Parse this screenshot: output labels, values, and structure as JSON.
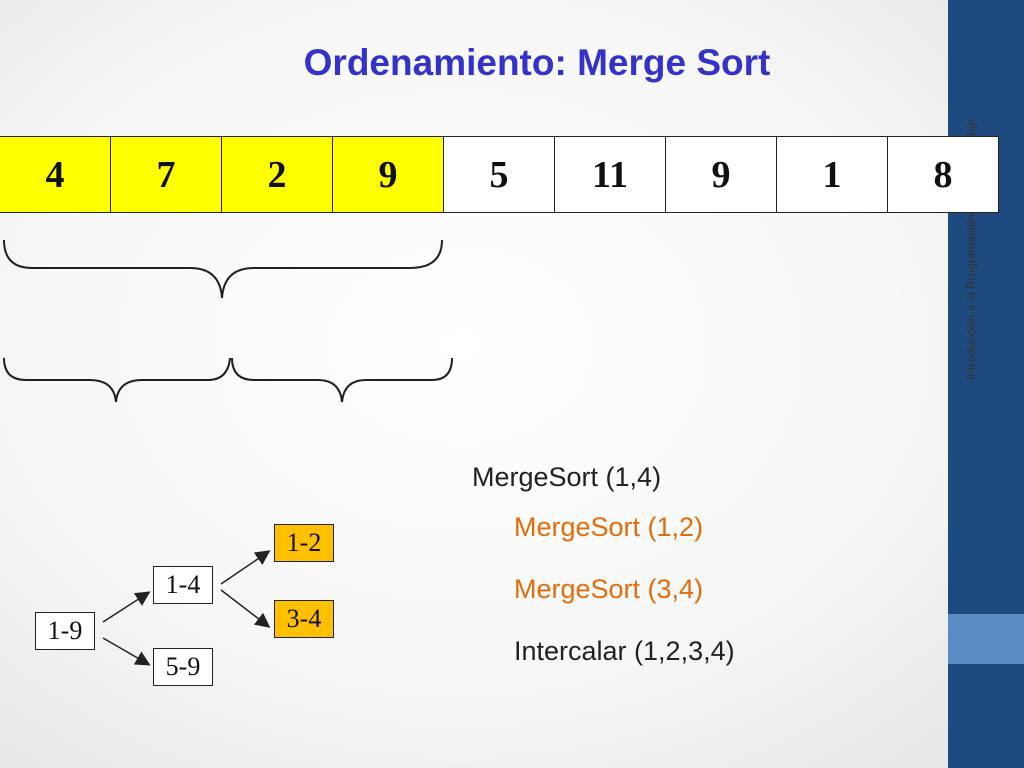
{
  "title": "Ordenamiento: Merge Sort",
  "side_text": "Introducción a la Programación Orientada a Objetos",
  "array": [
    {
      "value": "4",
      "highlighted": true
    },
    {
      "value": "7",
      "highlighted": true
    },
    {
      "value": "2",
      "highlighted": true
    },
    {
      "value": "9",
      "highlighted": true
    },
    {
      "value": "5",
      "highlighted": false
    },
    {
      "value": "11",
      "highlighted": false
    },
    {
      "value": "9",
      "highlighted": false
    },
    {
      "value": "1",
      "highlighted": false
    },
    {
      "value": "8",
      "highlighted": false
    }
  ],
  "tree": {
    "root": "1-9",
    "level1": [
      "1-4",
      "5-9"
    ],
    "level2": [
      "1-2",
      "3-4"
    ]
  },
  "calls": [
    {
      "text": "MergeSort (1,4)",
      "color": "#222222"
    },
    {
      "text": "MergeSort (1,2)",
      "color": "#e46c0a"
    },
    {
      "text": "MergeSort (3,4)",
      "color": "#e46c0a"
    },
    {
      "text": "Intercalar (1,2,3,4)",
      "color": "#222222"
    }
  ],
  "colors": {
    "title": "#3333cc",
    "highlight": "#ffff00",
    "active_node": "#ffc000",
    "sidebar": "#1f4a80"
  }
}
